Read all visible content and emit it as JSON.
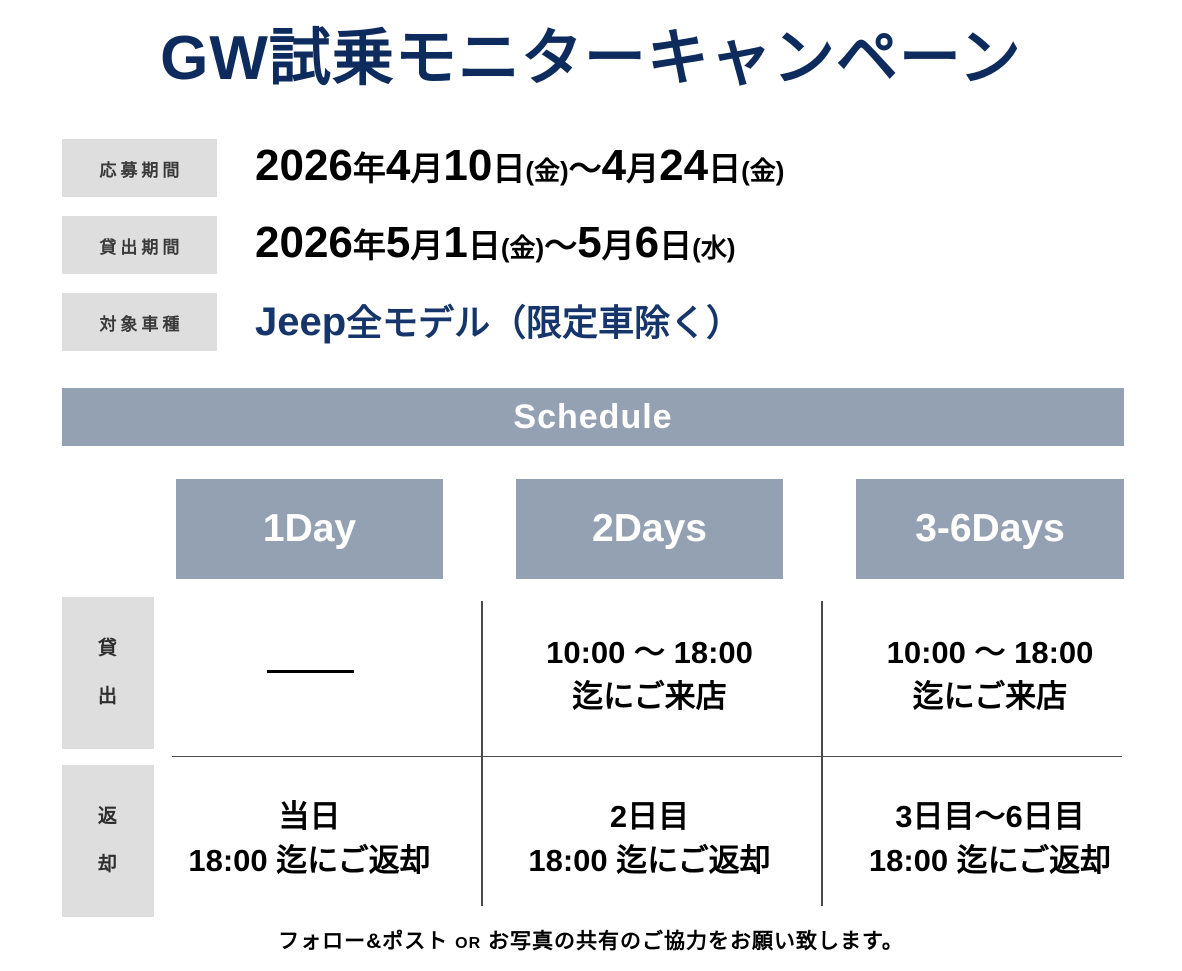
{
  "title": "GW試乗モニターキャンペーン",
  "colors": {
    "navy": "#0d2b5c",
    "navy_text": "#16356b",
    "banner_gray_blue": "#94a1b2",
    "chip_gray": "#dedede",
    "rule": "#4a4a4a"
  },
  "info": {
    "rows": [
      {
        "label": "応募期間",
        "value_full": "2026年4月10日(金)〜4月24日(金)",
        "parts": {
          "year": "2026",
          "year_unit": "年",
          "m1": "4",
          "m1_unit": "月",
          "d1": "10",
          "d1_unit": "日",
          "d1_dow": "(金)",
          "tilde": "〜",
          "m2": "4",
          "m2_unit": "月",
          "d2": "24",
          "d2_unit": "日",
          "d2_dow": "(金)"
        }
      },
      {
        "label": "貸出期間",
        "value_full": "2026年5月1日(金)〜5月6日(水)",
        "parts": {
          "year": "2026",
          "year_unit": "年",
          "m1": "5",
          "m1_unit": "月",
          "d1": "1",
          "d1_unit": "日",
          "d1_dow": "(金)",
          "tilde": "〜",
          "m2": "5",
          "m2_unit": "月",
          "d2": "6",
          "d2_unit": "日",
          "d2_dow": "(水)"
        }
      },
      {
        "label": "対象車種",
        "value_full": "Jeep 全モデル（限定車除く）",
        "brand": "Jeep",
        "rest": "全モデル（限定車除く）"
      }
    ]
  },
  "schedule": {
    "banner_label": "Schedule",
    "columns": [
      "1Day",
      "2Days",
      "3-6Days"
    ],
    "rows": [
      {
        "label_chars": [
          "貸",
          "出"
        ],
        "cells": [
          {
            "kind": "dash",
            "line1": "",
            "line2": ""
          },
          {
            "kind": "text",
            "line1": "10:00 〜 18:00",
            "line2": "迄にご来店"
          },
          {
            "kind": "text",
            "line1": "10:00 〜 18:00",
            "line2": "迄にご来店"
          }
        ]
      },
      {
        "label_chars": [
          "返",
          "却"
        ],
        "cells": [
          {
            "kind": "text",
            "line1": "当日",
            "line2": "18:00 迄にご返却"
          },
          {
            "kind": "text",
            "line1": "2日目",
            "line2": "18:00 迄にご返却"
          },
          {
            "kind": "text",
            "line1": "3日目〜6日目",
            "line2": "18:00 迄にご返却"
          }
        ]
      }
    ]
  },
  "footer": {
    "text_before": "フォロー&ポスト ",
    "or": "OR",
    "text_after": " お写真の共有のご協力をお願い致します。"
  }
}
